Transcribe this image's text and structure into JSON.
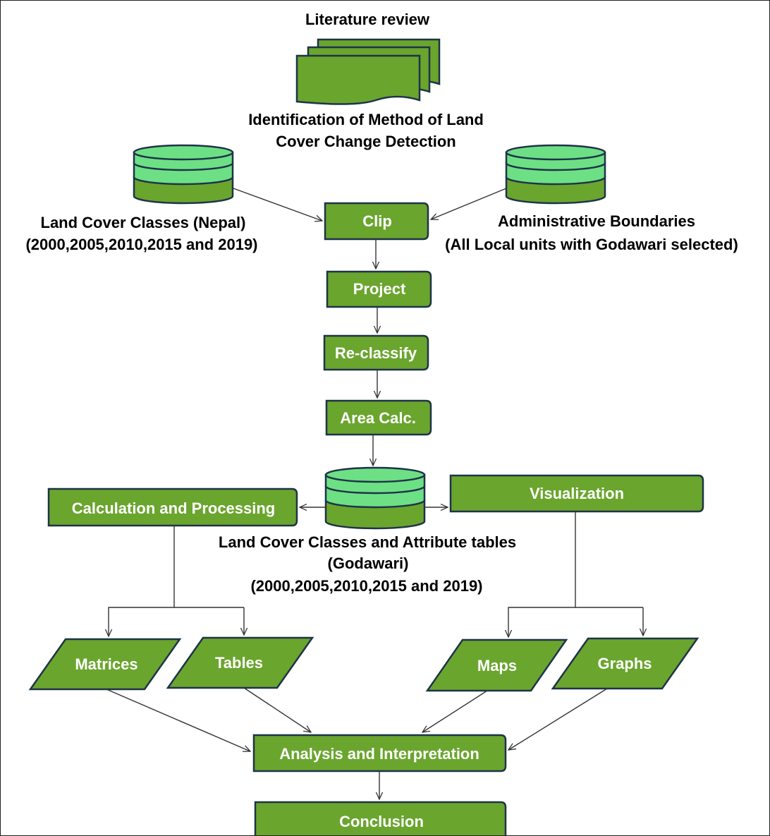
{
  "diagram": {
    "literature_title": "Literature review",
    "identification_line1": "Identification  of Method of Land",
    "identification_line2": "Cover Change Detection",
    "landcover_nepal_line1": "Land Cover Classes (Nepal)",
    "landcover_nepal_line2": "(2000,2005,2010,2015  and 2019)",
    "admin_line1": "Administrative  Boundaries",
    "admin_line2": "(All Local units with Godawari selected)",
    "clip": "Clip",
    "project": "Project",
    "reclassify": "Re-classify",
    "area_calc": "Area Calc.",
    "calc_processing": "Calculation and Processing",
    "visualization": "Visualization",
    "godawari_line1": "Land Cover Classes and Attribute tables",
    "godawari_line2": "(Godawari)",
    "godawari_line3": "(2000,2005,2010,2015 and 2019)",
    "matrices": "Matrices",
    "tables": "Tables",
    "maps": "Maps",
    "graphs": "Graphs",
    "analysis": "Analysis and Interpretation",
    "conclusion": "Conclusion"
  },
  "colors": {
    "node_fill": "#6aa52e",
    "node_stroke": "#1e3348",
    "db_band": "#6de085"
  }
}
